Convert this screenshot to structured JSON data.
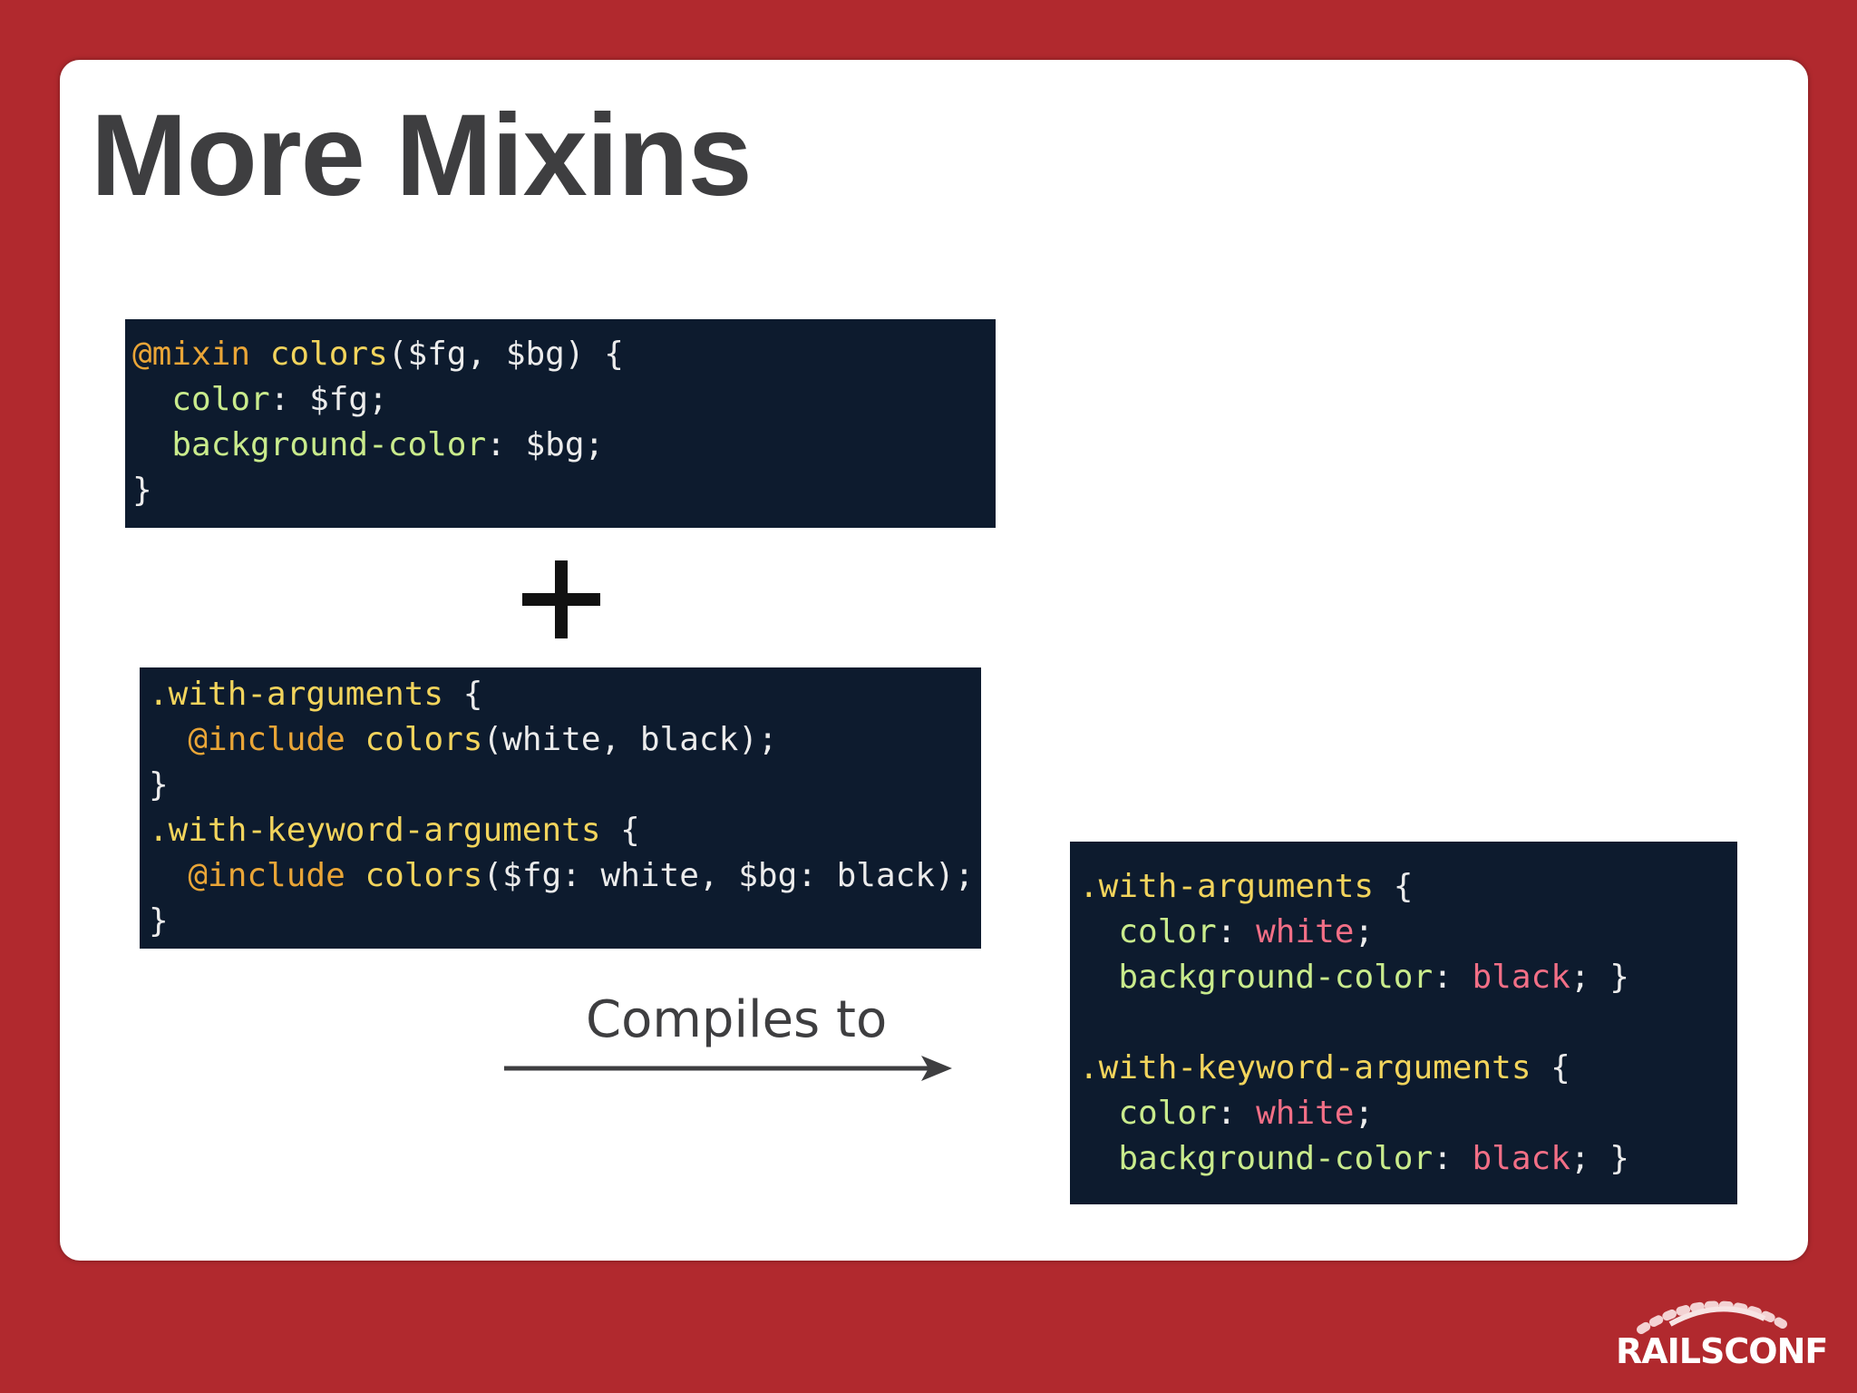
{
  "slide": {
    "title": "More Mixins",
    "compiles_label": "Compiles to",
    "logo_text": "RAILSCONF"
  },
  "code_blocks": [
    {
      "name": "mixin-definition",
      "lines": [
        [
          {
            "c": "k",
            "t": "@mixin"
          },
          {
            "c": "t",
            "t": " "
          },
          {
            "c": "f",
            "t": "colors"
          },
          {
            "c": "t",
            "t": "($fg, $bg) {"
          }
        ],
        [
          {
            "c": "t",
            "t": "  "
          },
          {
            "c": "p",
            "t": "color"
          },
          {
            "c": "t",
            "t": ": $fg;"
          }
        ],
        [
          {
            "c": "t",
            "t": "  "
          },
          {
            "c": "p",
            "t": "background-color"
          },
          {
            "c": "t",
            "t": ": $bg;"
          }
        ],
        [
          {
            "c": "t",
            "t": "}"
          }
        ]
      ]
    },
    {
      "name": "mixin-usage",
      "lines": [
        [
          {
            "c": "f",
            "t": ".with-arguments"
          },
          {
            "c": "t",
            "t": " {"
          }
        ],
        [
          {
            "c": "t",
            "t": "  "
          },
          {
            "c": "k",
            "t": "@include"
          },
          {
            "c": "t",
            "t": " "
          },
          {
            "c": "f",
            "t": "colors"
          },
          {
            "c": "t",
            "t": "(white, black);"
          }
        ],
        [
          {
            "c": "t",
            "t": "}"
          }
        ],
        [
          {
            "c": "f",
            "t": ".with-keyword-arguments"
          },
          {
            "c": "t",
            "t": " {"
          }
        ],
        [
          {
            "c": "t",
            "t": "  "
          },
          {
            "c": "k",
            "t": "@include"
          },
          {
            "c": "t",
            "t": " "
          },
          {
            "c": "f",
            "t": "colors"
          },
          {
            "c": "t",
            "t": "($fg: white, $bg: black);"
          }
        ],
        [
          {
            "c": "t",
            "t": "}"
          }
        ]
      ]
    },
    {
      "name": "compiled-output",
      "lines": [
        [
          {
            "c": "f",
            "t": ".with-arguments"
          },
          {
            "c": "t",
            "t": " {"
          }
        ],
        [
          {
            "c": "t",
            "t": "  "
          },
          {
            "c": "p",
            "t": "color"
          },
          {
            "c": "t",
            "t": ": "
          },
          {
            "c": "v",
            "t": "white"
          },
          {
            "c": "t",
            "t": ";"
          }
        ],
        [
          {
            "c": "t",
            "t": "  "
          },
          {
            "c": "p",
            "t": "background-color"
          },
          {
            "c": "t",
            "t": ": "
          },
          {
            "c": "v",
            "t": "black"
          },
          {
            "c": "t",
            "t": "; }"
          }
        ],
        [
          {
            "c": "t",
            "t": ""
          }
        ],
        [
          {
            "c": "f",
            "t": ".with-keyword-arguments"
          },
          {
            "c": "t",
            "t": " {"
          }
        ],
        [
          {
            "c": "t",
            "t": "  "
          },
          {
            "c": "p",
            "t": "color"
          },
          {
            "c": "t",
            "t": ": "
          },
          {
            "c": "v",
            "t": "white"
          },
          {
            "c": "t",
            "t": ";"
          }
        ],
        [
          {
            "c": "t",
            "t": "  "
          },
          {
            "c": "p",
            "t": "background-color"
          },
          {
            "c": "t",
            "t": ": "
          },
          {
            "c": "v",
            "t": "black"
          },
          {
            "c": "t",
            "t": "; }"
          }
        ]
      ]
    }
  ],
  "colors": {
    "background": "#b1292e",
    "slide": "#ffffff",
    "code_bg": "#0d1b2e",
    "title": "#3e3e40"
  },
  "icons": {
    "plus": "plus-icon",
    "arrow": "arrow-right-icon",
    "logo": "railsconf-logo"
  }
}
